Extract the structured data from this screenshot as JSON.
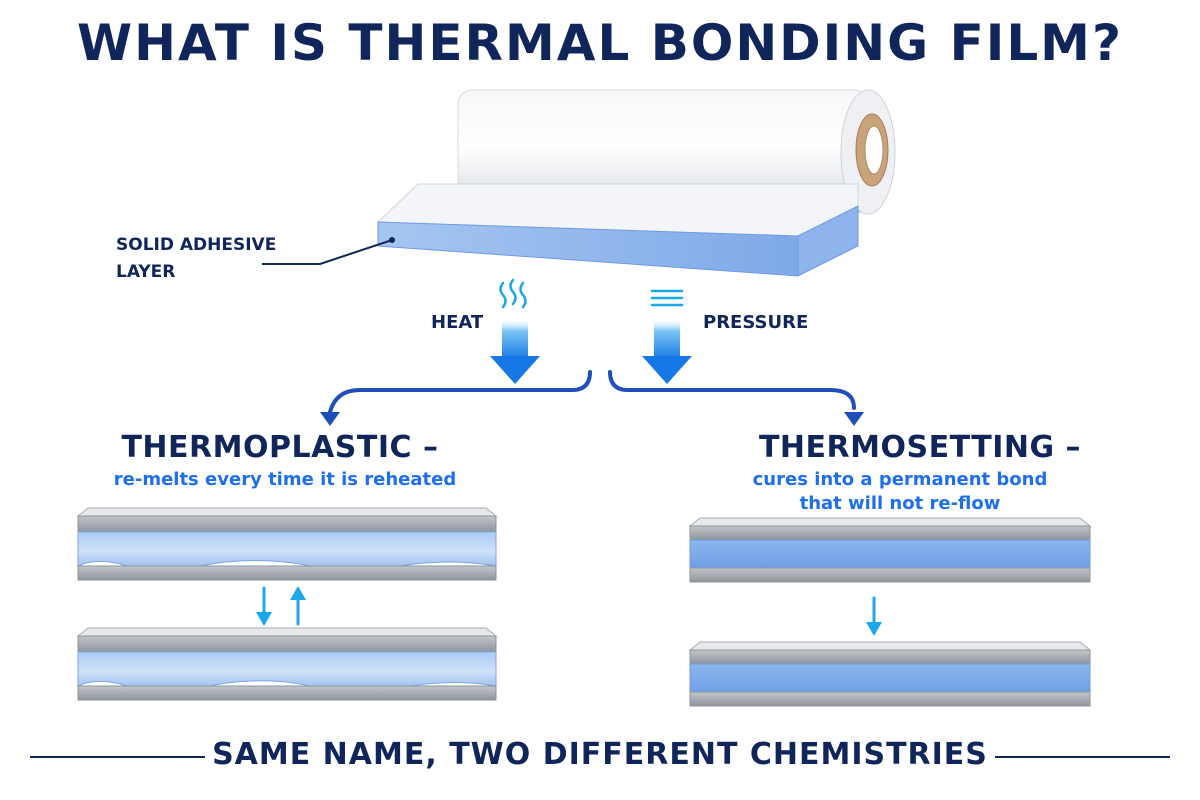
{
  "title": "WHAT IS THERMAL BONDING FILM?",
  "labels": {
    "adhesive_line1": "SOLID ADHESIVE",
    "adhesive_line2": "LAYER",
    "heat": "HEAT",
    "pressure": "PRESSURE"
  },
  "thermoplastic": {
    "heading": "THERMOPLASTIC –",
    "subtitle": "re-melts every time it is reheated"
  },
  "thermosetting": {
    "heading": "THERMOSETTING –",
    "subtitle_line1": "cures into a permanent bond",
    "subtitle_line2": "that will not re-flow"
  },
  "footer": "SAME NAME, TWO DIFFERENT CHEMISTRIES",
  "colors": {
    "navy": "#10255a",
    "accent_blue": "#1e6fe8",
    "arrow_cyan": "#1aa8e6",
    "adhesive_blue": "#8fb8ee",
    "metal_grey": "#b8bcc2"
  },
  "icons": [
    "heat-waves-icon",
    "pressure-lines-icon",
    "down-arrow-icon",
    "up-arrow-icon"
  ]
}
